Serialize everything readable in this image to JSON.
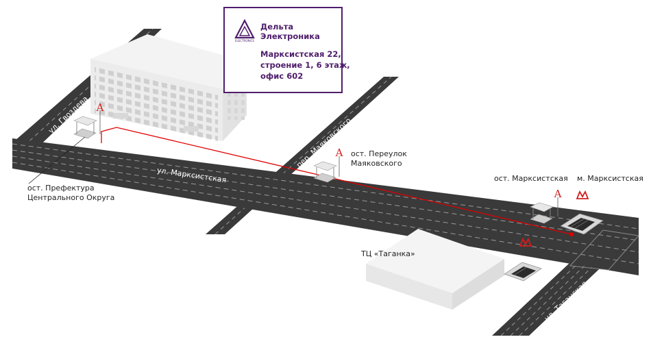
{
  "company": {
    "name_line1": "Дельта",
    "name_line2": "Электроника",
    "logo_text": "ELECTRONICS",
    "address_line1": "Марксистская 22,",
    "address_line2": "строение 1, 6 этаж,",
    "address_line3": "офис 602",
    "accent_color": "#4e1d6b"
  },
  "streets": {
    "gvozdeva": "ул. Гвоздева",
    "marksistskaya": "ул. Марксистская",
    "mayakovskogo": "пер. Маяковского",
    "taganskaya": "ул. Таганская"
  },
  "stops": {
    "prefecture_line1": "ост. Префектура",
    "prefecture_line2": "Центрального Округа",
    "mayakovsky_line1": "ост. Переулок",
    "mayakovsky_line2": "Маяковского",
    "marksistskaya": "ост. Марксистская"
  },
  "metro": {
    "marksistskaya": "м. Марксистская"
  },
  "places": {
    "taganka_mall": "ТЦ «Таганка»"
  },
  "colors": {
    "road": "#3a3a3a",
    "road_marking": "#9a9a9a",
    "route": "#e00000",
    "bus_stop_sign": "#d21e1e",
    "metro_sign": "#d21e1e",
    "building": "#eeeeee"
  },
  "icons": [
    "bus-stop-sign-icon",
    "metro-sign-icon",
    "bus-shelter-icon",
    "metro-entrance-icon",
    "delta-logo-icon"
  ]
}
